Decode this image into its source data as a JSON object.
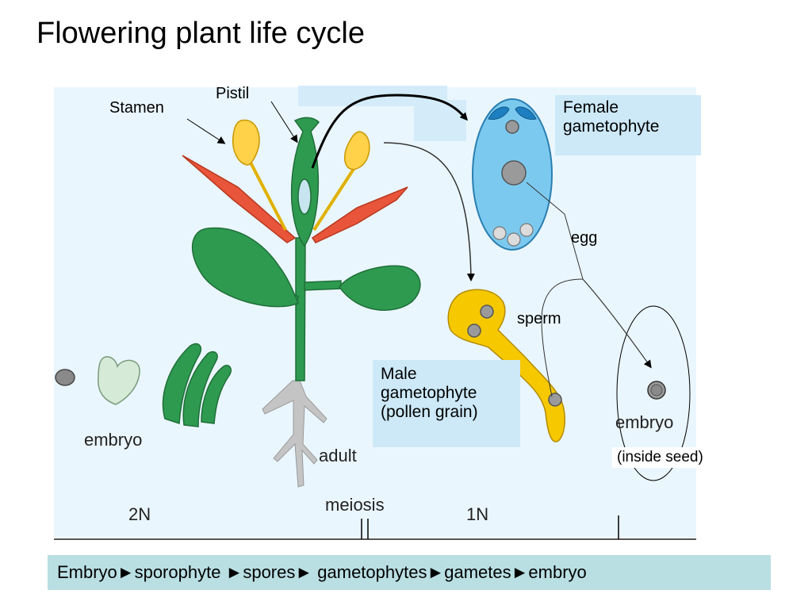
{
  "title": "Flowering plant life cycle",
  "labels": {
    "stamen": "Stamen",
    "pistil": "Pistil",
    "female_gametophyte": [
      "Female",
      "gametophyte"
    ],
    "egg": "egg",
    "sperm": "sperm",
    "male_gametophyte": [
      "Male",
      "gametophyte",
      "(pollen grain)"
    ],
    "embryo_left": "embryo",
    "adult": "adult",
    "embryo_right": "embryo",
    "inside_seed": "(inside seed)",
    "two_n": "2N",
    "meiosis": "meiosis",
    "one_n": "1N"
  },
  "summary": [
    "Embryo",
    "sporophyte ",
    "spores",
    " gametophytes",
    "gametes",
    "embryo"
  ],
  "summary_separator": "►",
  "colors": {
    "panel_bg": "#eaf6fd",
    "label_box": "#cde9f8",
    "bottom_bar": "#b9dfe3",
    "stem_green": "#2e9a50",
    "petal_red": "#e8553a",
    "stamen_yellow": "#ffd24a",
    "pollen_yellow": "#f5c800",
    "ovule_blue": "#7cc9ef",
    "root_gray": "#bdbdbd"
  }
}
